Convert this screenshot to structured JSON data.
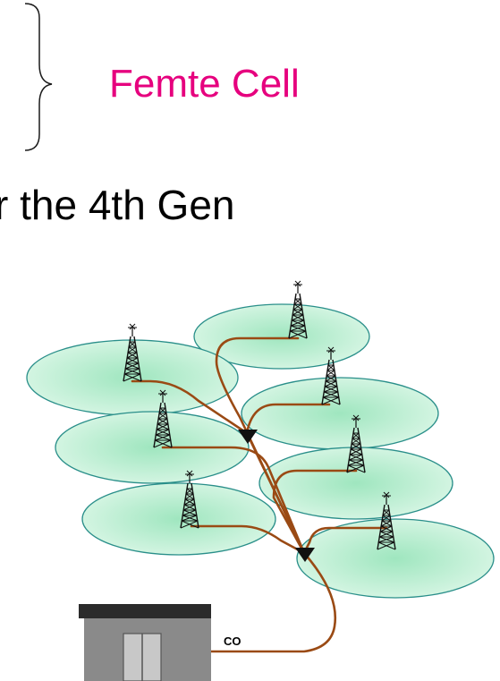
{
  "header": {
    "femto_label": "Femte Cell",
    "generation_text": "r the 4th Gen"
  },
  "diagram": {
    "office_label": "CO",
    "colors": {
      "femto_label": "#e6007e",
      "cell_fill_center": "#9fe6bf",
      "cell_fill_edge": "#d8f6e5",
      "cell_stroke": "#2a8f8a",
      "cable": "#9a4a14",
      "junction": "#111111",
      "building_roof": "#2b2b2b",
      "building_wall": "#8a8a8a",
      "building_door": "#c8c8c8"
    }
  }
}
